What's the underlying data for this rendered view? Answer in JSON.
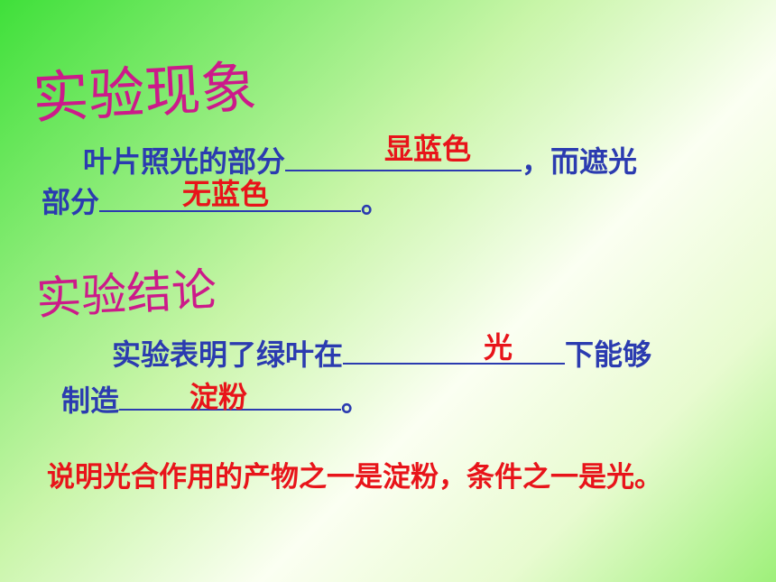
{
  "titles": {
    "phenomenon": "实验现象",
    "conclusion": "实验结论"
  },
  "phenomenon": {
    "line1_text": "叶片照光的部分",
    "line1_end": "，而遮光",
    "line2_start": "部分",
    "line2_end": "。",
    "answer1": "显蓝色",
    "answer2": "无蓝色"
  },
  "result": {
    "line1_text": "实验表明了绿叶在",
    "line1_end": "下能够",
    "line2_start": "制造",
    "line2_end": "。",
    "answer1": "光",
    "answer2": "淀粉"
  },
  "explanation": "说明光合作用的产物之一是淀粉，条件之一是光。"
}
